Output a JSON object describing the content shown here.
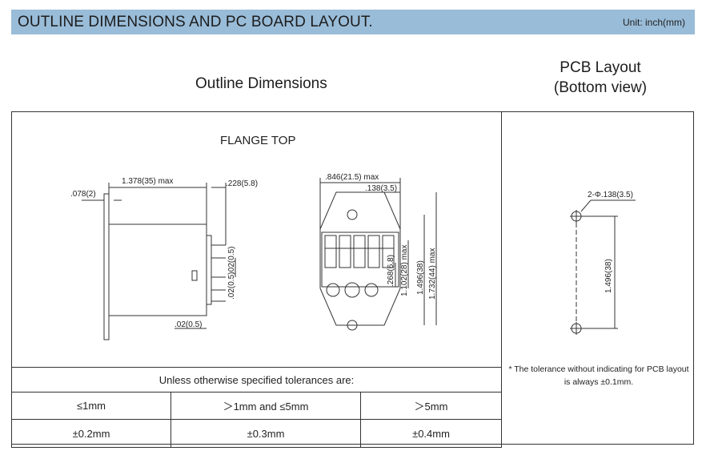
{
  "header": {
    "title": "OUTLINE DIMENSIONS AND PC BOARD LAYOUT.",
    "unit": "Unit: inch(mm)",
    "background": "#99bcd8"
  },
  "outline": {
    "heading": "Outline Dimensions",
    "flange_label": "FLANGE TOP",
    "side_view": {
      "dim_thickness": ".078(2)",
      "dim_length": "1.378(35) max",
      "dim_terminal_len": ".228(5.8)",
      "dim_terminal_w": ".02(0.5)",
      "dim_gap": ".02(0.5)",
      "dim_bottom": ".02(0.5)"
    },
    "front_view": {
      "dim_width": ".846(21.5) max",
      "dim_hole": ".138(3.5)",
      "dim_inner": ".268(6.8)",
      "dim_body": "1.102(28) max",
      "dim_holes_pitch": "1.496(38)",
      "dim_height": "1.732(44) max"
    }
  },
  "pcb": {
    "heading_line1": "PCB Layout",
    "heading_line2": "(Bottom view)",
    "hole_label": "2-Φ.138(3.5)",
    "pitch_label": "1.496(38)",
    "note_line1": "* The tolerance without indicating for PCB layout",
    "note_line2": "is always ±0.1mm."
  },
  "tolerance": {
    "caption": "Unless otherwise specified tolerances are:",
    "ranges": [
      "≤1mm",
      "＞1mm and ≤5mm",
      "＞5mm"
    ],
    "values": [
      "±0.2mm",
      "±0.3mm",
      "±0.4mm"
    ]
  }
}
